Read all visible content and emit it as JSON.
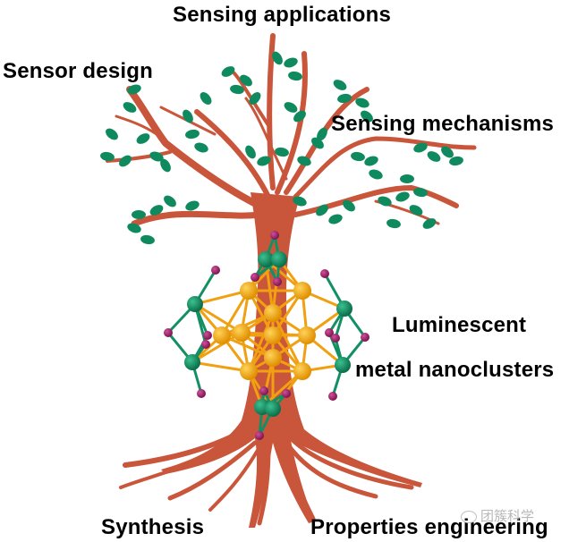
{
  "labels": {
    "sensing_applications": "Sensing applications",
    "sensor_design": "Sensor design",
    "sensing_mechanisms": "Sensing mechanisms",
    "luminescent": "Luminescent",
    "metal_nanoclusters": "metal nanoclusters",
    "synthesis": "Synthesis",
    "properties_engineering": "Properties engineering"
  },
  "watermark": {
    "text": "团簇科学",
    "icon": "wechat-icon"
  },
  "colors": {
    "trunk": "#c9553a",
    "leaf": "#0f8a5f",
    "gold_atom": "#f5a300",
    "green_atom": "#129064",
    "magenta_atom": "#a3246b"
  }
}
